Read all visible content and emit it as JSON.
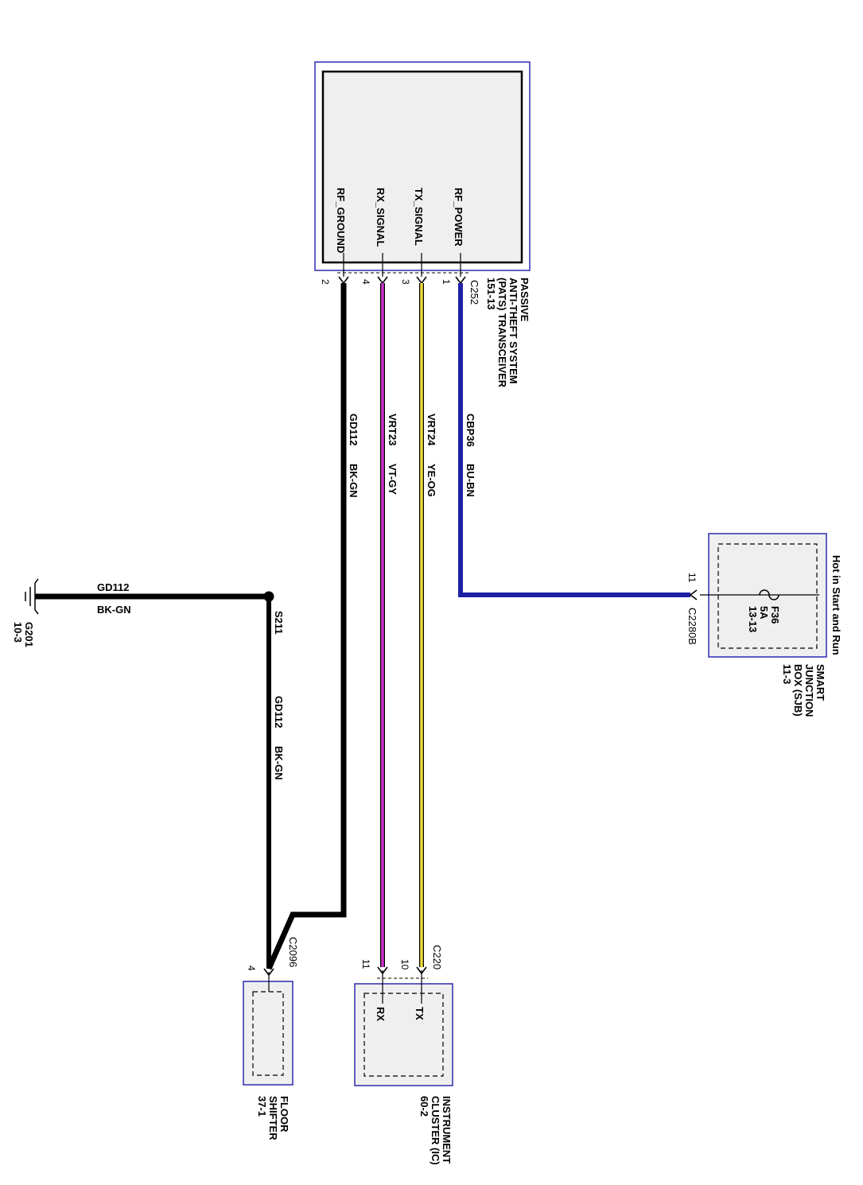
{
  "colors": {
    "box_border": "#2b2bb0",
    "box_fill": "#efefef",
    "wire_black": "#000000",
    "wire_violet": "#cc33cc",
    "wire_yellow": "#f2dc3a",
    "wire_blue": "#1f1fa6"
  },
  "pats": {
    "pins": {
      "rf_ground": "RF_GROUND",
      "rx_signal": "RX_SIGNAL",
      "tx_signal": "TX_SIGNAL",
      "rf_power": "RF_POWER"
    },
    "pin_numbers": {
      "rf_ground": "2",
      "rx_signal": "4",
      "tx_signal": "3",
      "rf_power": "1"
    },
    "connector": "C252",
    "label_lines": [
      "PASSIVE",
      "ANTI-THEFT SYSTEM",
      "(PATS) TRANSCEIVER",
      "151-13"
    ]
  },
  "wires": {
    "gd112": {
      "circuit": "GD112",
      "color": "BK-GN"
    },
    "vrt23": {
      "circuit": "VRT23",
      "color": "VT-GY"
    },
    "vrt24": {
      "circuit": "VRT24",
      "color": "YE-OG"
    },
    "cbp36": {
      "circuit": "CBP36",
      "color": "BU-BN"
    },
    "gd112_ground": {
      "circuit": "GD112",
      "color": "BK-GN"
    },
    "gd112_shifter": {
      "circuit": "GD112",
      "color": "BK-GN"
    }
  },
  "sjb": {
    "hot_text": "Hot in Start and Run",
    "fuse": {
      "name": "F36",
      "rating": "5A",
      "ref": "13-13"
    },
    "pin": "11",
    "connector": "C2280B",
    "label_lines": [
      "SMART",
      "JUNCTION",
      "BOX (SJB)",
      "11-3"
    ]
  },
  "ground": {
    "name": "G201",
    "ref": "10-3"
  },
  "splice": {
    "name": "S211"
  },
  "floor_shifter": {
    "connector": "C2096",
    "pin": "4",
    "label_lines": [
      "FLOOR",
      "SHIFTER",
      "37-1"
    ]
  },
  "cluster": {
    "connector": "C220",
    "pins": {
      "rx": "RX",
      "tx": "TX"
    },
    "pin_numbers": {
      "rx": "11",
      "tx": "10"
    },
    "label_lines": [
      "INSTRUMENT",
      "CLUSTER (IC)",
      "60-2"
    ]
  }
}
